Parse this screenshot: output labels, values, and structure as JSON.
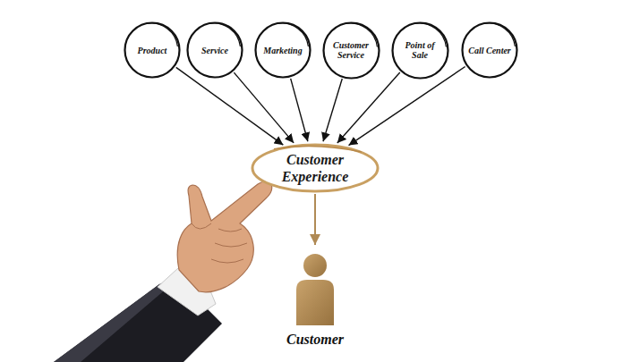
{
  "diagram": {
    "nodes": [
      {
        "text": [
          "Product"
        ]
      },
      {
        "text": [
          "Service"
        ]
      },
      {
        "text": [
          "Marketing"
        ]
      },
      {
        "text": [
          "Customer Service"
        ]
      },
      {
        "text": [
          "Point of Sale"
        ]
      },
      {
        "text": [
          "Call Center"
        ]
      },
      {
        "text": [
          "Customer Experience"
        ]
      },
      {
        "text": [
          "Customer"
        ]
      }
    ],
    "edges": [
      {
        "from": 0,
        "to": 6,
        "arrow": "to"
      },
      {
        "from": 1,
        "to": 6,
        "arrow": "to"
      },
      {
        "from": 2,
        "to": 6,
        "arrow": "to"
      },
      {
        "from": 3,
        "to": 6,
        "arrow": "to"
      },
      {
        "from": 4,
        "to": 6,
        "arrow": "to"
      },
      {
        "from": 5,
        "to": 6,
        "arrow": "to"
      },
      {
        "from": 6,
        "to": 7,
        "arrow": "to"
      }
    ]
  }
}
